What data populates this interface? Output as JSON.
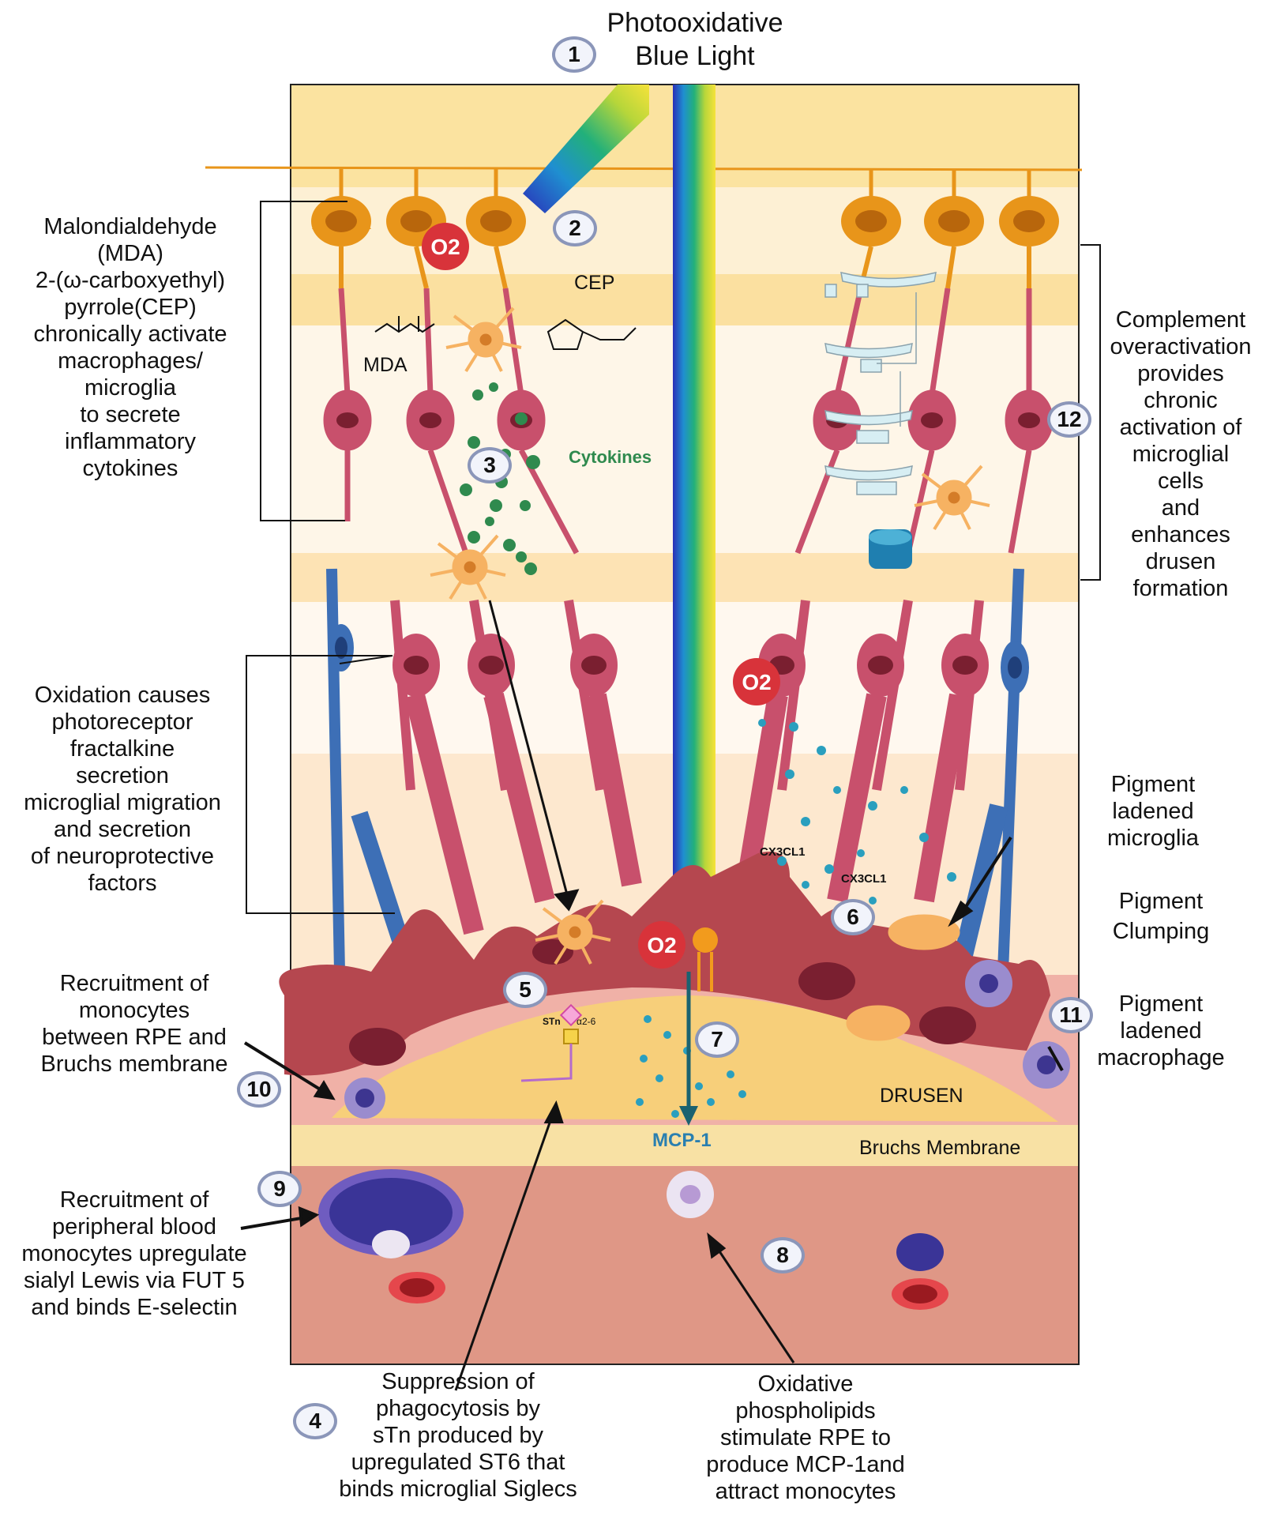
{
  "title": {
    "line1": "Photooxidative",
    "line2": "Blue Light"
  },
  "callouts": [
    "1",
    "2",
    "3",
    "4",
    "5",
    "6",
    "7",
    "8",
    "9",
    "10",
    "11",
    "12"
  ],
  "labels": {
    "mda_text": "Malondialdehyde\n(MDA)\n2-(ω-carboxyethyl)\npyrrole(CEP)\nchronically activate\nmacrophages/\nmicroglia\nto secrete\ninflammatory\ncytokines",
    "oxidation_text": "Oxidation causes\nphotoreceptor\nfractalkine\nsecretion\nmicroglial migration\nand secretion\nof neuroprotective\nfactors",
    "recruit_rpe": "Recruitment of\nmonocytes\nbetween RPE and\nBruchs membrane",
    "recruit_blood": "Recruitment of\nperipheral blood\nmonocytes upregulate\nsialyl Lewis via FUT 5\nand binds E-selectin",
    "suppression": "Suppression of\nphagocytosis by\nsTn produced by\nupregulated ST6 that\nbinds microglial Siglecs",
    "oxidative_pl": "Oxidative\nphospholipids\nstimulate RPE to\nproduce MCP-1and\nattract monocytes",
    "complement": "Complement\noveractivation\nprovides\nchronic\nactivation of\nmicroglial\ncells\nand\nenhances\ndrusen\nformation",
    "pigment_microglia": "Pigment\nladened\nmicroglia",
    "pigment_clumping": "Pigment\nClumping",
    "pigment_macrophage": "Pigment\nladened\nmacrophage"
  },
  "inner_labels": {
    "cep": "CEP",
    "mda": "MDA",
    "cytokines": "Cytokines",
    "cx3cl1_a": "CX3CL1",
    "cx3cl1_b": "CX3CL1",
    "drusen": "DRUSEN",
    "bruchs": "Bruchs Membrane",
    "mcp1": "MCP-1",
    "stn": "STn",
    "alpha26": "α2-6",
    "superoxide": "O2"
  },
  "colors": {
    "layer_yellow": "#fbe5a0",
    "layer_cream": "#fdf0d8",
    "drusen": "#f7cf7a",
    "bruchs": "#f8e1a4",
    "choroid": "#df9786",
    "neuron_orange": "#e8951a",
    "rod_blue": "#3d6fb6",
    "cone_red": "#c8506c",
    "rpe": "#b5474f",
    "superoxide_red": "#d8333a",
    "cytokine_green": "#2f8a4e",
    "mcp1_blue": "#2a9fbe",
    "callout_border": "#8b96b9"
  }
}
